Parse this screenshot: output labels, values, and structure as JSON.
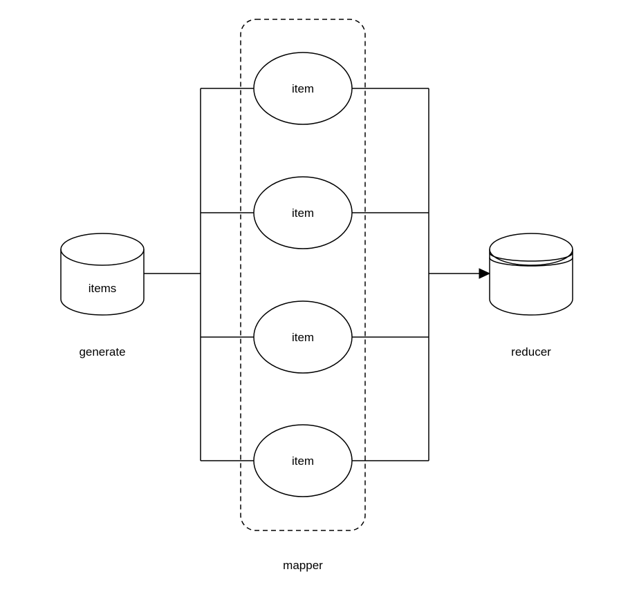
{
  "diagram": {
    "source": {
      "label": "items",
      "caption": "generate"
    },
    "mapper_group": {
      "caption": "mapper",
      "nodes": [
        {
          "label": "item"
        },
        {
          "label": "item"
        },
        {
          "label": "item"
        },
        {
          "label": "item"
        }
      ]
    },
    "sink": {
      "caption": "reducer"
    },
    "colors": {
      "stroke": "#000000",
      "fill": "#ffffff",
      "background": "#ffffff"
    }
  }
}
